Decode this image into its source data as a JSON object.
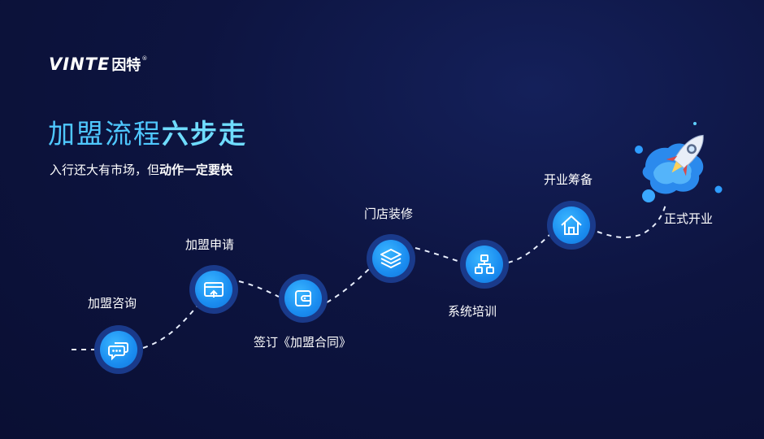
{
  "brand": {
    "name_en": "VINTE",
    "name_cn": "因特",
    "reg": "®"
  },
  "header": {
    "title_main": "加盟流程",
    "title_strong": "六步走",
    "subtitle_main": "入行还大有市场，但",
    "subtitle_strong": "动作一定要快"
  },
  "steps": [
    {
      "label": "加盟咨询",
      "icon": "chat-bubble-icon"
    },
    {
      "label": "加盟申请",
      "icon": "card-upload-icon"
    },
    {
      "label": "签订《加盟合同》",
      "icon": "wallet-icon"
    },
    {
      "label": "门店装修",
      "icon": "layers-icon"
    },
    {
      "label": "系统培训",
      "icon": "network-icon"
    },
    {
      "label": "开业筹备",
      "icon": "house-icon"
    },
    {
      "label": "正式开业",
      "icon": "rocket-icon"
    }
  ],
  "colors": {
    "accent": "#4fc8ff",
    "circle": "#1a8cf0",
    "ring": "#1a3a8a",
    "background": "#0d1440"
  }
}
